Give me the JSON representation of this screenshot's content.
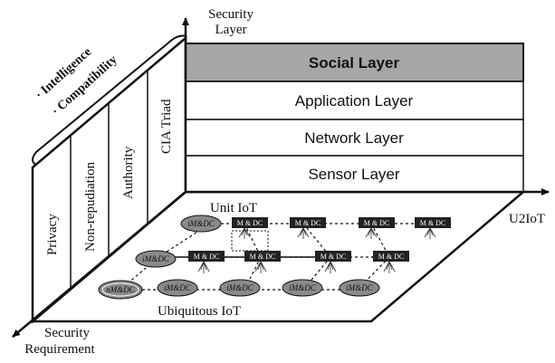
{
  "axes": {
    "security_layer_line1": "Security",
    "security_layer_line2": "Layer",
    "u2iot": "U2IoT",
    "security_requirement_line1": "Security",
    "security_requirement_line2": "Requirement"
  },
  "layers": [
    {
      "label": "Social Layer",
      "highlighted": true
    },
    {
      "label": "Application Layer",
      "highlighted": false
    },
    {
      "label": "Network Layer",
      "highlighted": false
    },
    {
      "label": "Sensor Layer",
      "highlighted": false
    }
  ],
  "requirements": [
    "Privacy",
    "Non-repudiation",
    "Authority",
    "CIA Triad"
  ],
  "top_labels": [
    "· Intelligence",
    "· Compatibility"
  ],
  "network": {
    "unit_label": "Unit IoT",
    "ubiquitous_label": "Ubiquitous IoT",
    "node_label": "M & DC",
    "imdc_label": "iM&DC",
    "nmdc_label": "nM&DC"
  },
  "colors": {
    "social_fill": "#a6a6a6",
    "ellipse_fill": "#8a8a8a",
    "node_fill": "#222222",
    "line": "#111111"
  }
}
